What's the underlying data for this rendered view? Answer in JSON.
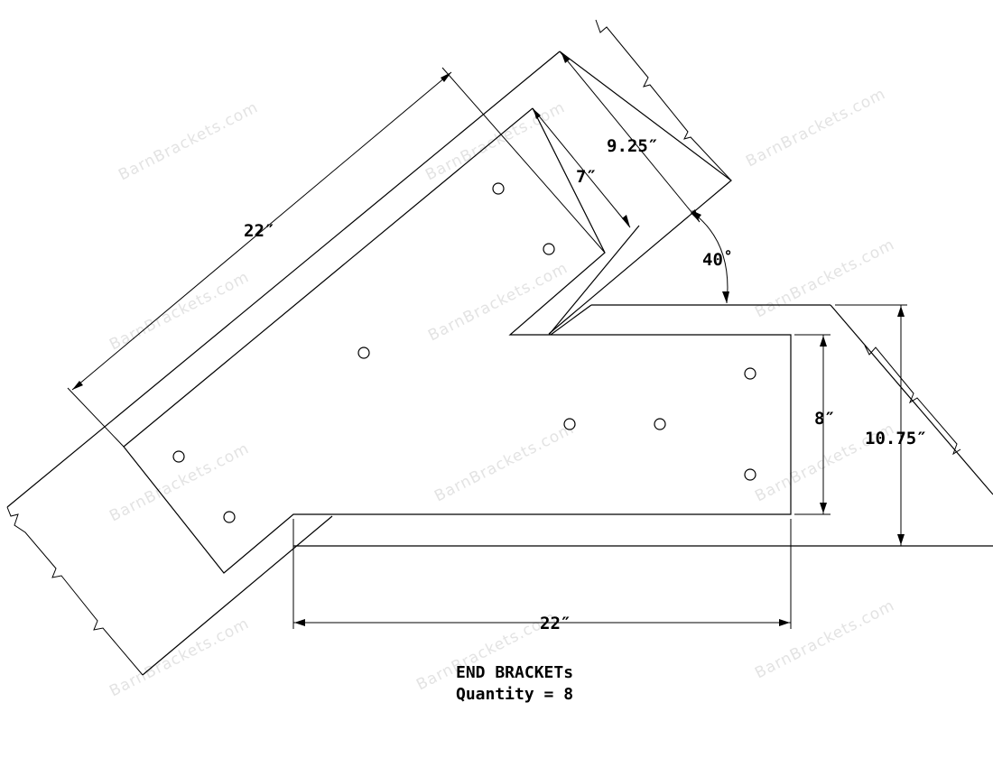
{
  "drawing": {
    "dimensions": {
      "arm_length": "22″",
      "outer_width": "9.25″",
      "inner_width": "7″",
      "angle": "40˚",
      "bracket_width": "8″",
      "total_height": "10.75″",
      "bottom_length": "22″"
    },
    "notes": {
      "title": "END BRACKETs",
      "quantity": "Quantity = 8"
    },
    "watermark": "BarnBrackets.com"
  }
}
